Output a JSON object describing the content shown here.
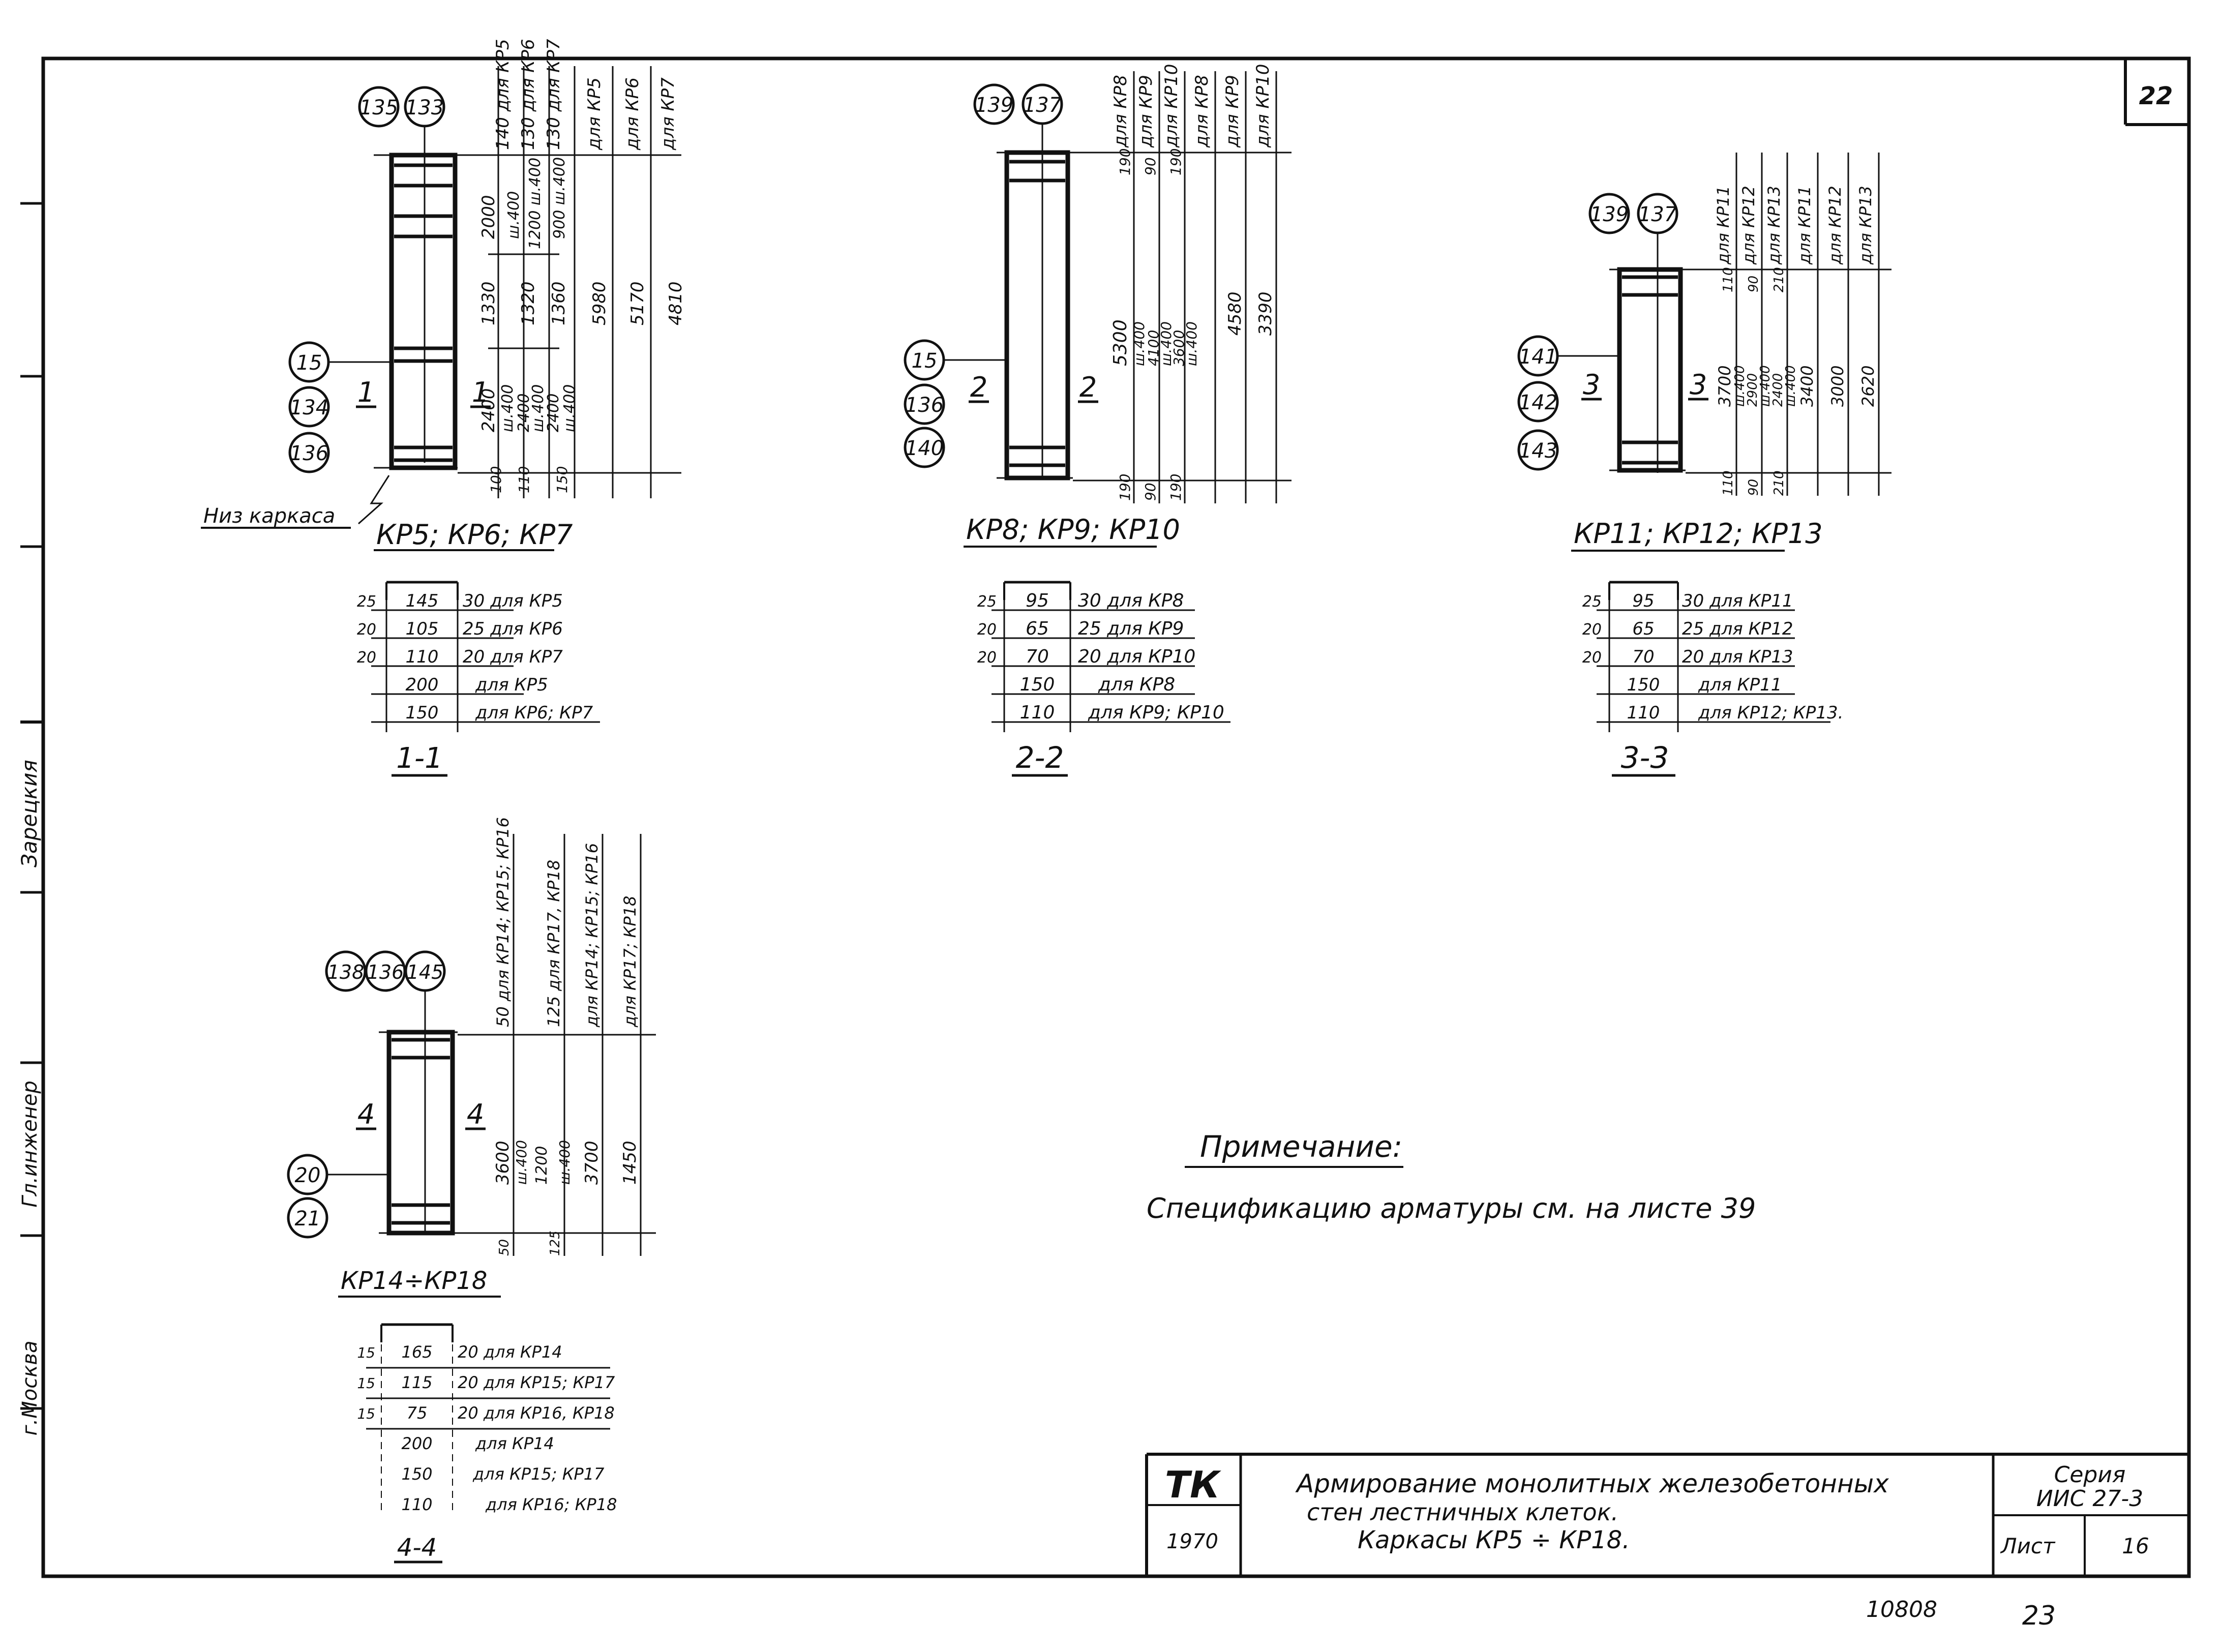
{
  "sheet_corner_number": "22",
  "left_margin": {
    "label_1": "Зарецкия",
    "label_2": "Гл.инженер",
    "label_3": "г.Москва"
  },
  "tags": {
    "t135": "135",
    "t133": "133",
    "t15a": "15",
    "t134": "134",
    "t136a": "136",
    "t139": "139",
    "t137": "137",
    "t15b": "15",
    "t136b": "136",
    "t140": "140",
    "t139c": "139",
    "t137c": "137",
    "t141": "141",
    "t142": "142",
    "t143": "143",
    "t138": "138",
    "t136d": "136",
    "t145": "145",
    "t20": "20",
    "t21": "21"
  },
  "frame1": {
    "caption": "КР5; КР6; КР7",
    "cut": "1",
    "cut_r": "1",
    "bottom_note": "Низ каркаса",
    "dims_v": [
      "140 для КР5",
      "130 для КР6",
      "130 для КР7",
      "для КР5",
      "для КР6",
      "для КР7"
    ],
    "dims_a": [
      "2000",
      "ш.400",
      "1200 ш.400",
      "900 ш.400",
      "1330",
      "1320",
      "1360",
      "5980",
      "5170",
      "4810",
      "2400",
      "ш.400",
      "2400",
      "ш.400",
      "2400",
      "ш.400"
    ],
    "dims_b": [
      "100",
      "110",
      "150"
    ]
  },
  "frame2": {
    "caption": "КР8; КР9; КР10",
    "cut": "2",
    "cut_r": "2",
    "dims_v": [
      "для КР8",
      "для КР9",
      "для КР10",
      "для КР8",
      "для КР9",
      "для КР10"
    ],
    "dims_a": [
      "190",
      "90",
      "190",
      "5300",
      "ш.400",
      "4100",
      "ш.400",
      "3600",
      "ш.400",
      "4580",
      "3390"
    ],
    "dims_b": [
      "190",
      "90",
      "190"
    ]
  },
  "frame3": {
    "caption": "КР11; КР12; КР13",
    "cut": "3",
    "cut_r": "3",
    "dims_v": [
      "для КР11",
      "для КР12",
      "для КР13",
      "для КР11",
      "для КР12",
      "для КР13"
    ],
    "dims_a": [
      "110",
      "90",
      "210",
      "3700",
      "ш.400",
      "2900",
      "ш.400",
      "2400",
      "ш.400",
      "3400",
      "3000",
      "2620"
    ],
    "dims_b": [
      "110",
      "90",
      "210"
    ]
  },
  "frame4": {
    "caption": "КР14÷КР18",
    "cut": "4",
    "cut_r": "4",
    "dims_v": [
      "50 для КР14; КР15; КР16",
      "125 для КР17, КР18",
      "для КР14; КР15; КР16",
      "для КР17; КР18"
    ],
    "dims_a": [
      "3600",
      "ш.400",
      "1200",
      "ш.400",
      "3700",
      "1450"
    ],
    "dims_b": [
      "50",
      "125"
    ]
  },
  "section1": {
    "label": "1-1",
    "rows": [
      {
        "edge": "25",
        "width": "145",
        "rest": "30 для КР5"
      },
      {
        "edge": "20",
        "width": "105",
        "rest": "25 для КР6"
      },
      {
        "edge": "20",
        "width": "110",
        "rest": "20 для КР7"
      },
      {
        "edge": "",
        "width": "200",
        "rest": "для КР5"
      },
      {
        "edge": "",
        "width": "150",
        "rest": "для КР6; КР7"
      }
    ]
  },
  "section2": {
    "label": "2-2",
    "rows": [
      {
        "edge": "25",
        "width": "95",
        "rest": "30 для КР8"
      },
      {
        "edge": "20",
        "width": "65",
        "rest": "25 для КР9"
      },
      {
        "edge": "20",
        "width": "70",
        "rest": "20 для КР10"
      },
      {
        "edge": "",
        "width": "150",
        "rest": "для КР8"
      },
      {
        "edge": "",
        "width": "110",
        "rest": "для КР9; КР10"
      }
    ]
  },
  "section3": {
    "label": "3-3",
    "rows": [
      {
        "edge": "25",
        "width": "95",
        "rest": "30 для КР11"
      },
      {
        "edge": "20",
        "width": "65",
        "rest": "25 для КР12"
      },
      {
        "edge": "20",
        "width": "70",
        "rest": "20 для КР13"
      },
      {
        "edge": "",
        "width": "150",
        "rest": "для КР11"
      },
      {
        "edge": "",
        "width": "110",
        "rest": "для КР12; КР13."
      }
    ]
  },
  "section4": {
    "label": "4-4",
    "rows": [
      {
        "edge": "15",
        "width": "165",
        "rest": "20 для КР14"
      },
      {
        "edge": "15",
        "width": "115",
        "rest": "20 для КР15; КР17"
      },
      {
        "edge": "15",
        "width": "75",
        "rest": "20 для КР16, КР18"
      },
      {
        "edge": "",
        "width": "200",
        "rest": "для КР14"
      },
      {
        "edge": "",
        "width": "150",
        "rest": "для КР15; КР17"
      },
      {
        "edge": "",
        "width": "110",
        "rest": "для КР16; КР18"
      }
    ]
  },
  "note": {
    "title": "Примечание:",
    "text": "Спецификацию  арматуры см. на листе  39"
  },
  "title_block": {
    "org": "ТК",
    "year": "1970",
    "line1": "Армирование монолитных железобетонных",
    "line2": "стен лестничных клеток.",
    "line3": "Каркасы КР5 ÷ КР18.",
    "series_label": "Серия",
    "series_value": "ИИС 27-3",
    "sheet_label": "Лист",
    "sheet_value": "16"
  },
  "below_frame": {
    "left": "10808",
    "right": "23"
  }
}
